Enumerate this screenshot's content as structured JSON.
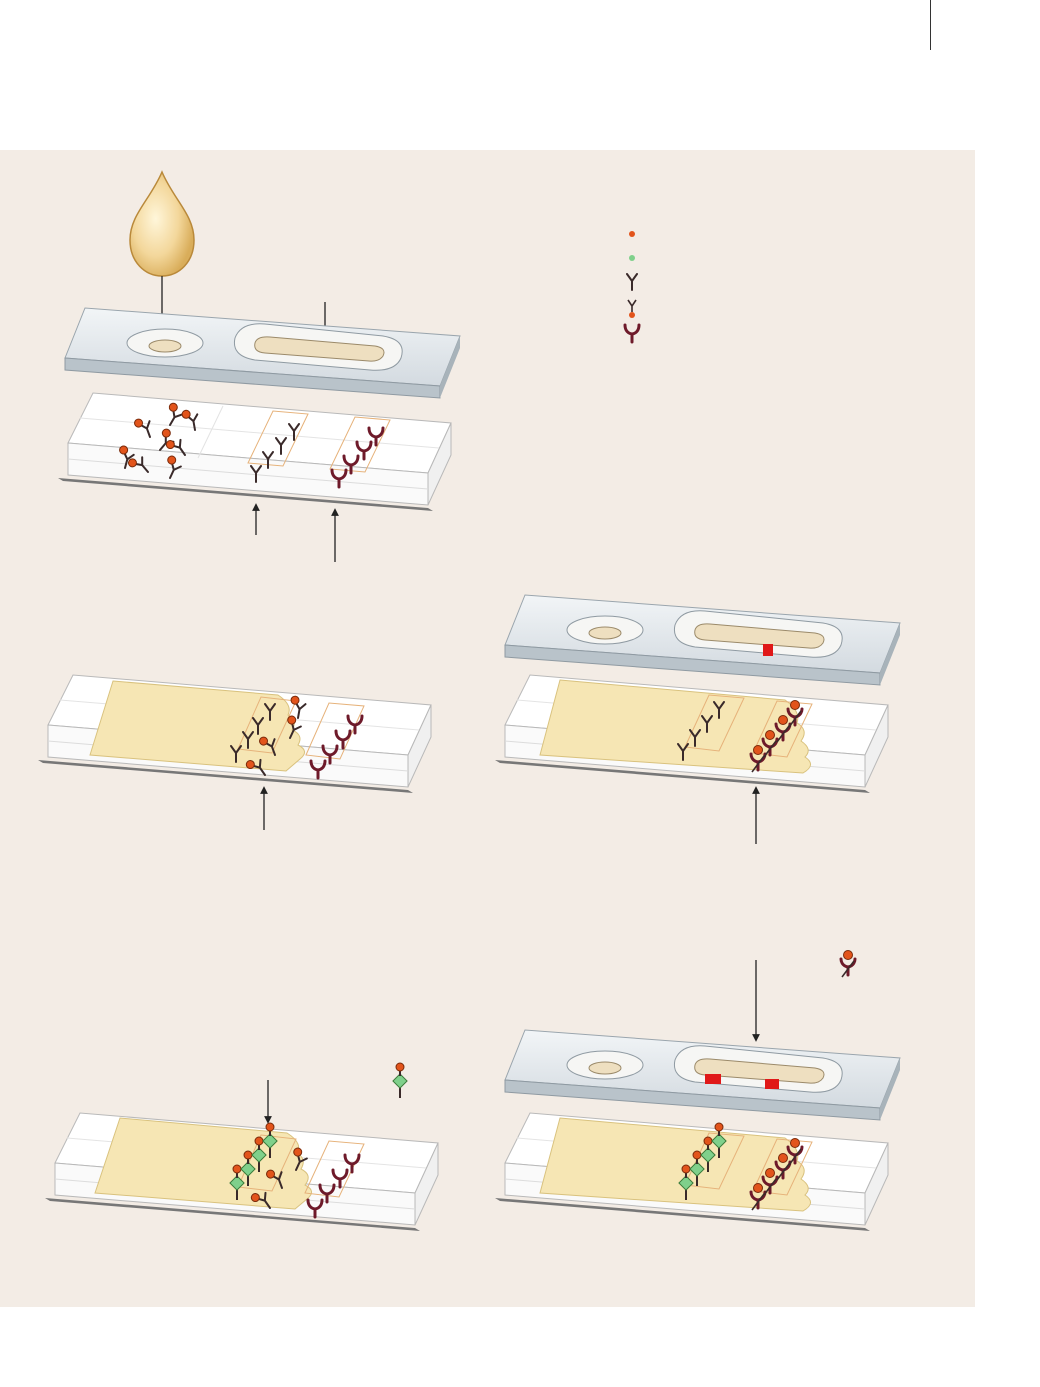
{
  "colors": {
    "panel": "#f3ece5",
    "drop": "#f3d79b",
    "cassette": "#dde3e8",
    "membrane": "#fbf3d8",
    "fluid": "#f6e6b4",
    "antibody": "#3a2a2a",
    "capture_antibody": "#6e1a2a",
    "antigen": "#e2541b",
    "marker": "#7fd08b",
    "test_line": "#e01818",
    "zone_outline": "#e6b27a"
  },
  "icons": {
    "drop": "sample-drop-icon",
    "antigen": "antigen-dot-icon",
    "marker": "marker-dot-icon",
    "antibody": "antibody-icon",
    "labeled_antibody": "labeled-antibody-icon",
    "capture_antibody": "capture-antibody-icon",
    "arrow": "arrow-icon",
    "complex": "antigen-antibody-complex-icon"
  },
  "steps": [
    {
      "id": "step-1-sample-application"
    },
    {
      "id": "step-2-flow-to-capture"
    },
    {
      "id": "step-3-negative-result"
    },
    {
      "id": "step-4-positive-flow"
    },
    {
      "id": "step-5-positive-result"
    }
  ]
}
